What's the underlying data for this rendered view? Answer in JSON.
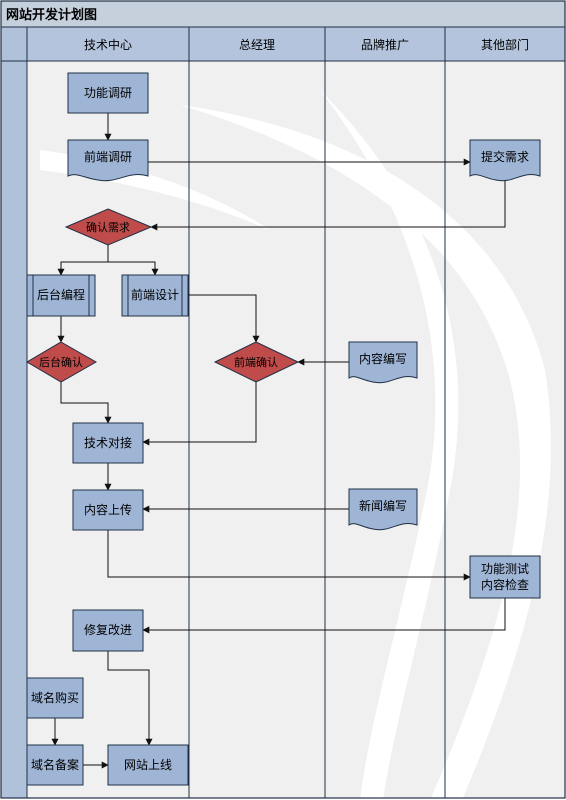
{
  "diagram": {
    "title": "网站开发计划图",
    "lanes": [
      {
        "id": "tech",
        "label": "技术中心"
      },
      {
        "id": "gm",
        "label": "总经理"
      },
      {
        "id": "brand",
        "label": "品牌推广"
      },
      {
        "id": "other",
        "label": "其他部门"
      }
    ],
    "nodes": [
      {
        "id": "func-research",
        "shape": "process",
        "lines": [
          "功能调研"
        ]
      },
      {
        "id": "frontend-research",
        "shape": "document",
        "lines": [
          "前端调研"
        ]
      },
      {
        "id": "submit-requirements",
        "shape": "document",
        "lines": [
          "提交需求"
        ]
      },
      {
        "id": "confirm-requirements",
        "shape": "decision",
        "lines": [
          "确认需求"
        ]
      },
      {
        "id": "backend-coding",
        "shape": "subprocess",
        "lines": [
          "后台编程"
        ]
      },
      {
        "id": "frontend-design",
        "shape": "subprocess",
        "lines": [
          "前端设计"
        ]
      },
      {
        "id": "backend-confirm",
        "shape": "decision",
        "lines": [
          "后台确认"
        ]
      },
      {
        "id": "frontend-confirm",
        "shape": "decision",
        "lines": [
          "前端确认"
        ]
      },
      {
        "id": "content-writing",
        "shape": "document",
        "lines": [
          "内容编写"
        ]
      },
      {
        "id": "tech-integration",
        "shape": "process",
        "lines": [
          "技术对接"
        ]
      },
      {
        "id": "content-upload",
        "shape": "process",
        "lines": [
          "内容上传"
        ]
      },
      {
        "id": "news-writing",
        "shape": "document",
        "lines": [
          "新闻编写"
        ]
      },
      {
        "id": "func-test",
        "shape": "process",
        "lines": [
          "功能测试",
          "内容检查"
        ]
      },
      {
        "id": "fix-improve",
        "shape": "process",
        "lines": [
          "修复改进"
        ]
      },
      {
        "id": "domain-purchase",
        "shape": "process",
        "lines": [
          "域名购买"
        ]
      },
      {
        "id": "domain-filing",
        "shape": "process",
        "lines": [
          "域名备案"
        ]
      },
      {
        "id": "site-launch",
        "shape": "process",
        "lines": [
          "网站上线"
        ]
      }
    ],
    "edges": [
      {
        "from": "func-research",
        "to": "frontend-research"
      },
      {
        "from": "frontend-research",
        "to": "submit-requirements"
      },
      {
        "from": "submit-requirements",
        "to": "confirm-requirements"
      },
      {
        "from": "confirm-requirements",
        "to": "backend-coding"
      },
      {
        "from": "confirm-requirements",
        "to": "frontend-design"
      },
      {
        "from": "backend-coding",
        "to": "backend-confirm"
      },
      {
        "from": "frontend-design",
        "to": "frontend-confirm"
      },
      {
        "from": "content-writing",
        "to": "frontend-confirm"
      },
      {
        "from": "backend-confirm",
        "to": "tech-integration"
      },
      {
        "from": "frontend-confirm",
        "to": "tech-integration"
      },
      {
        "from": "tech-integration",
        "to": "content-upload"
      },
      {
        "from": "news-writing",
        "to": "content-upload"
      },
      {
        "from": "content-upload",
        "to": "func-test"
      },
      {
        "from": "func-test",
        "to": "fix-improve"
      },
      {
        "from": "fix-improve",
        "to": "site-launch"
      },
      {
        "from": "domain-purchase",
        "to": "domain-filing"
      },
      {
        "from": "domain-filing",
        "to": "site-launch"
      }
    ]
  },
  "colors": {
    "title_bar": "#c6d0dc",
    "lane_header": "#b3c4dc",
    "left_strip": "#b0c1da",
    "lane_body": "#f0f0f0",
    "swoosh": "#ffffff",
    "node_fill": "#9fb5d6",
    "decision_fill": "#bf4b4b",
    "line": "#111111",
    "border": "#1f2f45"
  }
}
